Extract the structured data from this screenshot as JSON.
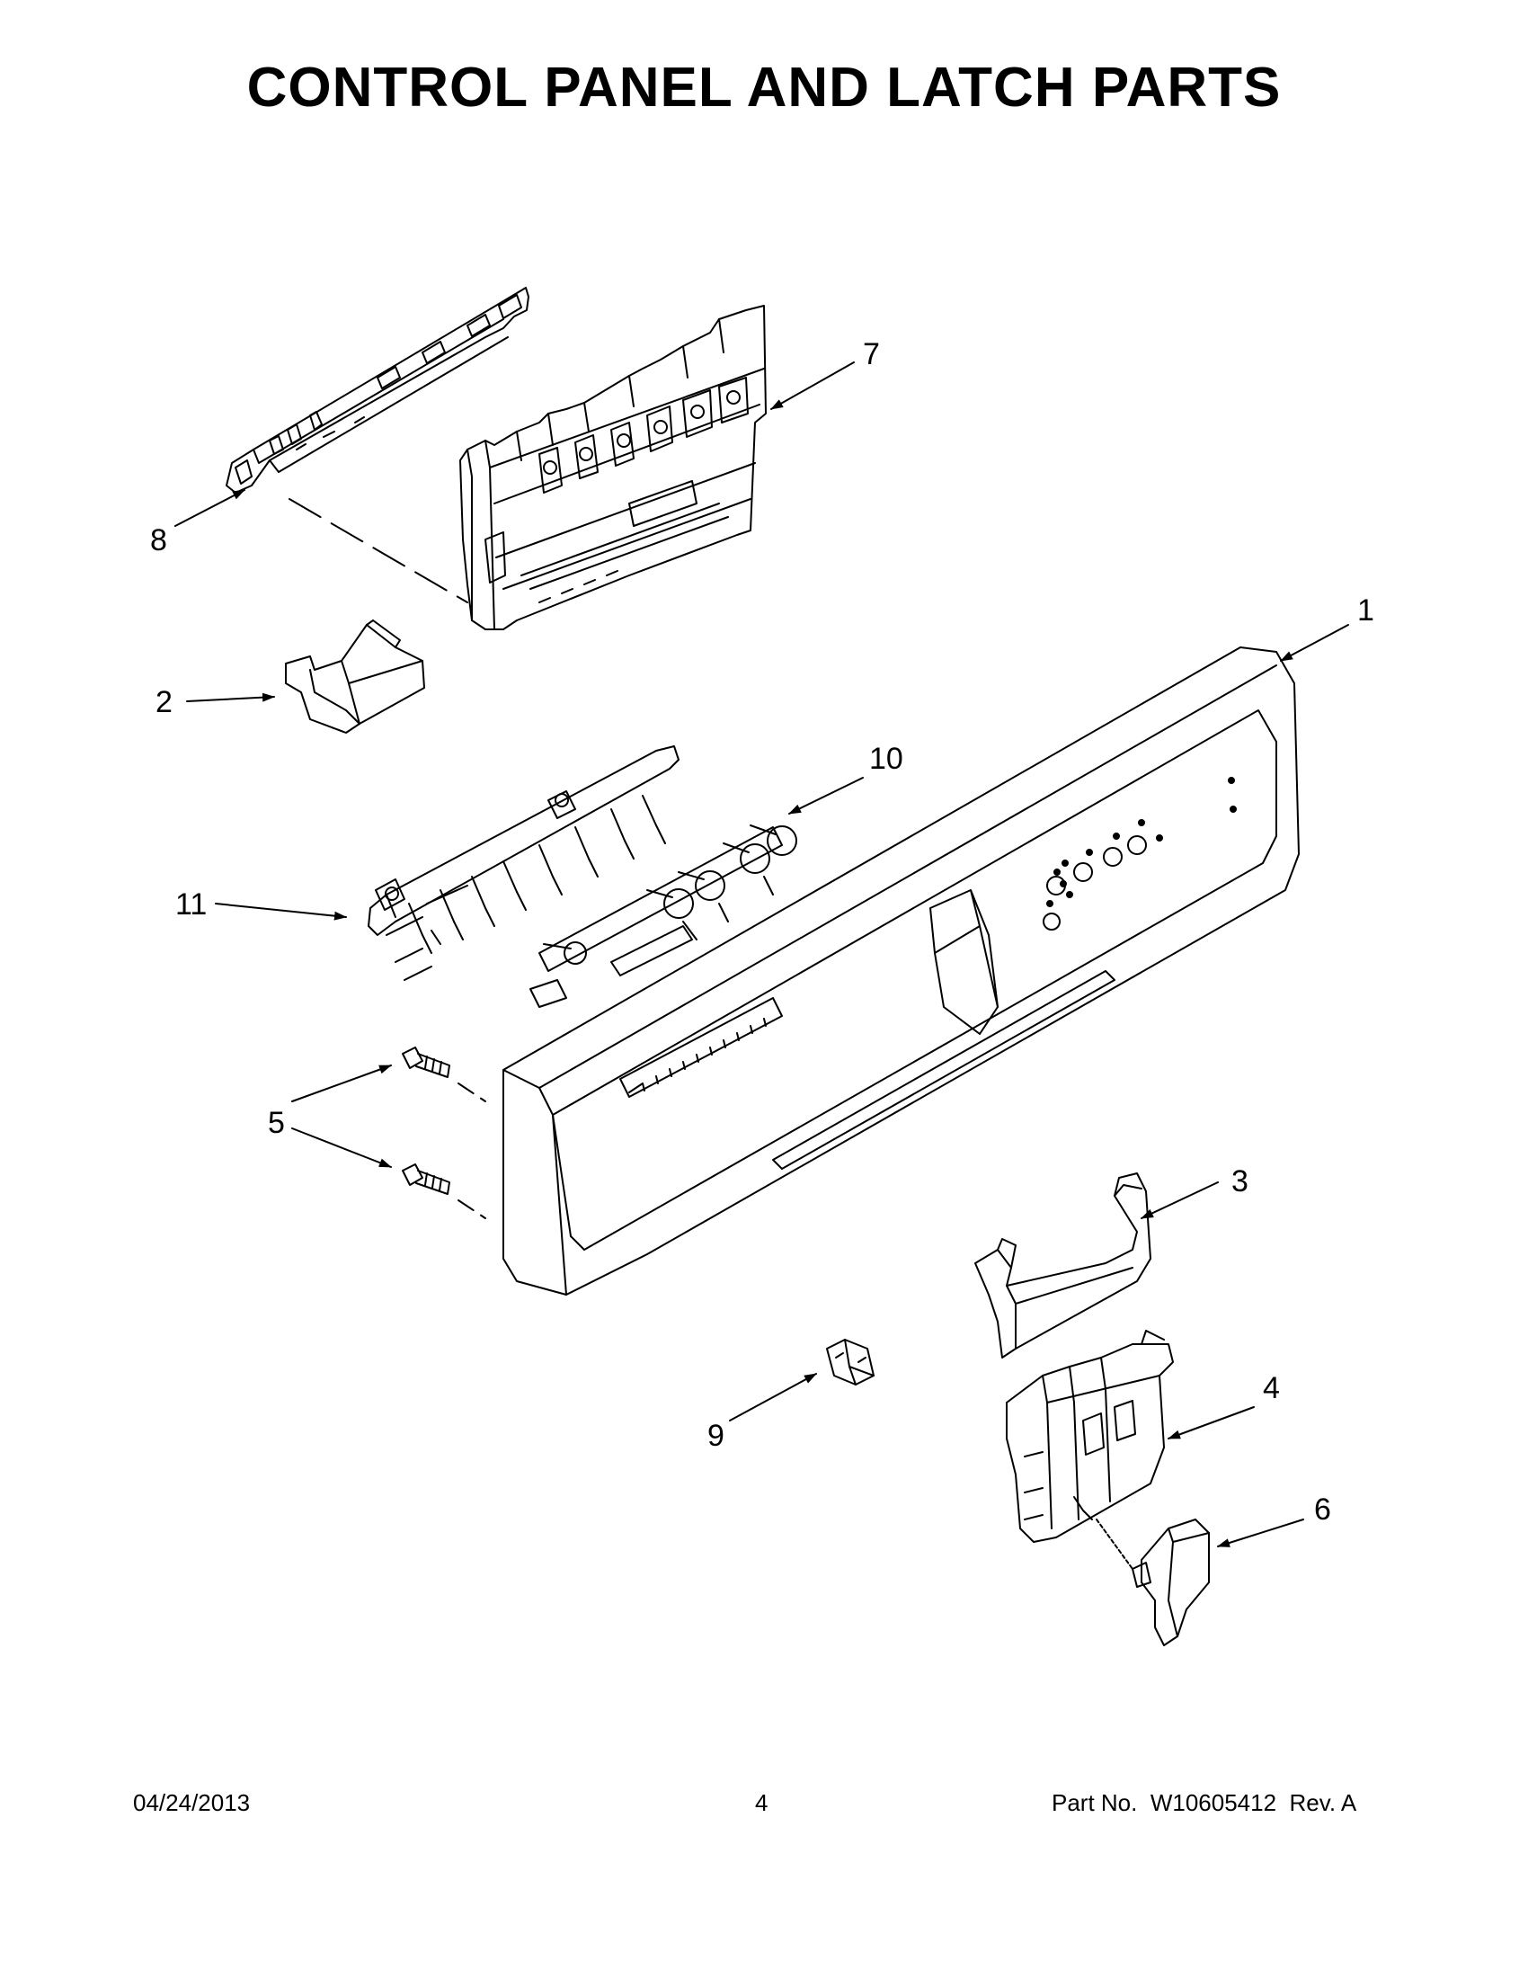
{
  "title": "CONTROL PANEL AND LATCH PARTS",
  "callouts": [
    {
      "id": "1",
      "label": "1"
    },
    {
      "id": "2",
      "label": "2"
    },
    {
      "id": "3",
      "label": "3"
    },
    {
      "id": "4",
      "label": "4"
    },
    {
      "id": "5",
      "label": "5"
    },
    {
      "id": "6",
      "label": "6"
    },
    {
      "id": "7",
      "label": "7"
    },
    {
      "id": "8",
      "label": "8"
    },
    {
      "id": "9",
      "label": "9"
    },
    {
      "id": "10",
      "label": "10"
    },
    {
      "id": "11",
      "label": "11"
    }
  ],
  "footer": {
    "date": "04/24/2013",
    "page": "4",
    "part_label": "Part No.",
    "part_number": "W10605412",
    "rev": "Rev. A"
  }
}
